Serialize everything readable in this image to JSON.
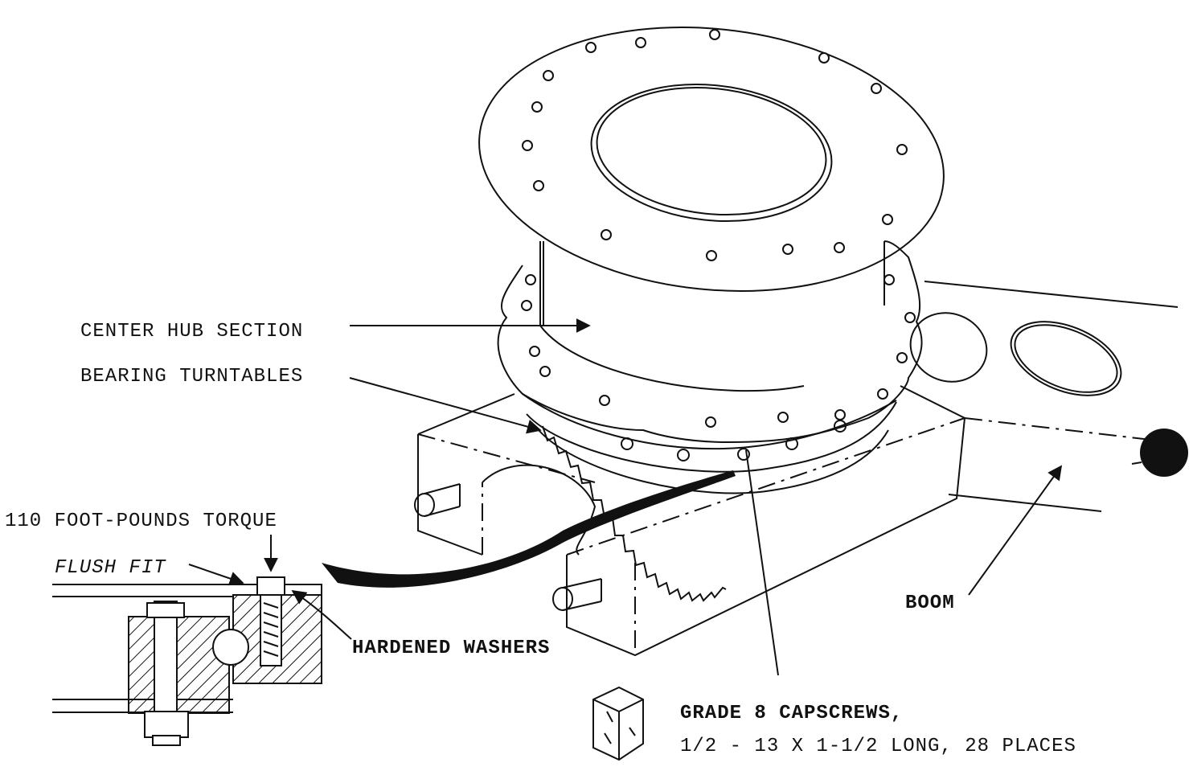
{
  "labels": {
    "center_hub": "CENTER HUB SECTION",
    "bearing_turntables": "BEARING TURNTABLES",
    "torque": "110 FOOT-POUNDS TORQUE",
    "flush_fit": "FLUSH FIT",
    "hardened_washers": "HARDENED WASHERS",
    "boom": "BOOM",
    "capscrews_line1": "GRADE 8 CAPSCREWS,",
    "capscrews_line2": "1/2 - 13 X 1-1/2 LONG, 28 PLACES"
  },
  "icons": [
    "ring-flange-icon",
    "hub-cylinder-icon",
    "bearing-gear-icon",
    "boom-beam-icon",
    "bolt-cross-section-icon",
    "capscrew-icon",
    "arrow-icon",
    "black-dot-icon"
  ],
  "colors": {
    "ink": "#111111",
    "paper": "#ffffff"
  }
}
